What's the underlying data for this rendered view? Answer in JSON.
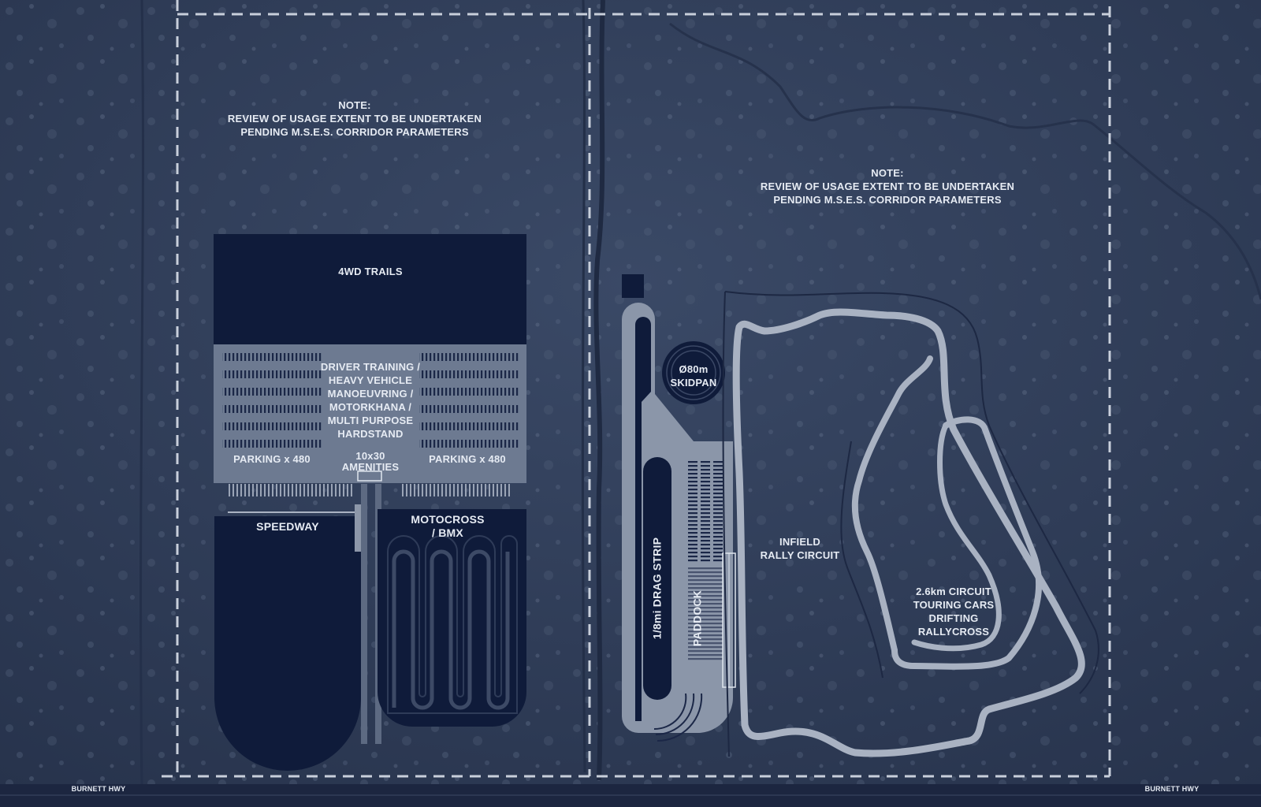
{
  "title": "",
  "notes": [
    {
      "lines": [
        "NOTE:",
        "REVIEW OF USAGE EXTENT TO BE UNDERTAKEN",
        "PENDING M.S.E.S. CORRIDOR PARAMETERS"
      ]
    },
    {
      "lines": [
        "NOTE:",
        "REVIEW OF USAGE EXTENT TO BE UNDERTAKEN",
        "PENDING M.S.E.S. CORRIDOR PARAMETERS"
      ]
    }
  ],
  "zones": {
    "four_wd": "4WD TRAILS",
    "hardstand": [
      "DRIVER TRAINING /",
      "HEAVY VEHICLE",
      "MANOEUVRING /",
      "MOTORKHANA /",
      "MULTI PURPOSE",
      "HARDSTAND"
    ],
    "parking_left": "PARKING x 480",
    "parking_right": "PARKING x 480",
    "amenities": [
      "10x30",
      "AMENITIES"
    ],
    "speedway": "SPEEDWAY",
    "motocross": [
      "MOTOCROSS",
      "/ BMX"
    ],
    "skidpan": [
      "Ø80m",
      "SKIDPAN"
    ],
    "drag_strip": "1/8mi DRAG STRIP",
    "paddock": "PADDOCK",
    "infield": [
      "INFIELD",
      "RALLY CIRCUIT"
    ],
    "circuit": [
      "2.6km CIRCUIT",
      "TOURING CARS",
      "DRIFTING",
      "RALLYCROSS"
    ]
  },
  "roads": {
    "left": "BURNETT HWY",
    "right": "BURNETT HWY"
  },
  "colors": {
    "background": "#2f3d58",
    "dark_zone": "#0f1b3a",
    "hardstand": "#6d7a91",
    "track": "#a9b2c2",
    "label": "#e6ebf3"
  }
}
